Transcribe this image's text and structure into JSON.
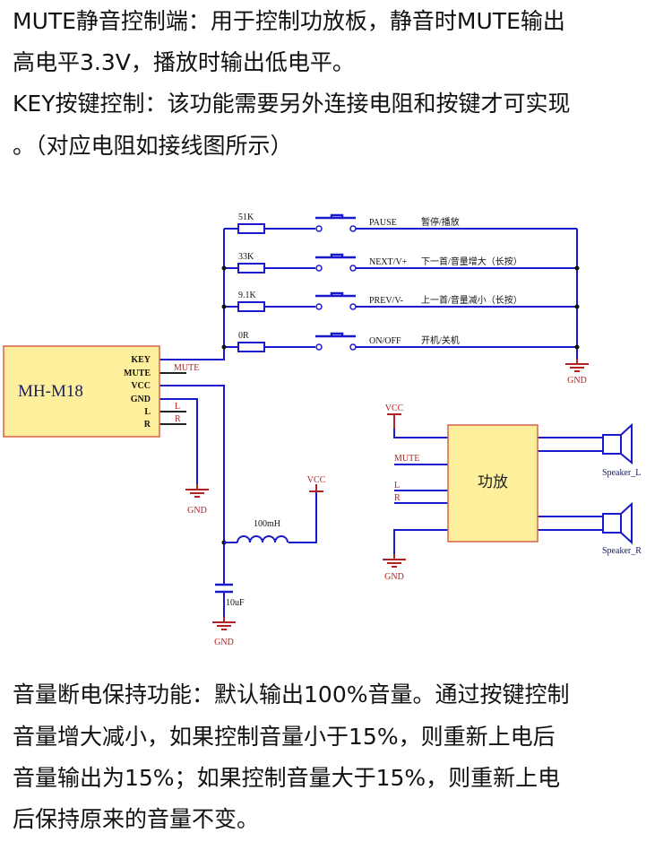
{
  "intro_lines": [
    "MUTE静音控制端：用于控制功放板，静音时MUTE输出",
    "高电平3.3V，播放时输出低电平。",
    "KEY按键控制：该功能需要另外连接电阻和按键才可实现",
    "。（对应电阻如接线图所示）"
  ],
  "diagram": {
    "module_name": "MH-M18",
    "pins": [
      "KEY",
      "MUTE",
      "VCC",
      "GND",
      "L",
      "R"
    ],
    "net_labels": {
      "mute": "MUTE",
      "l": "L",
      "r": "R",
      "gnd": "GND",
      "vcc": "VCC"
    },
    "buttons": [
      {
        "resistor": "51K",
        "key": "PAUSE",
        "function": "暂停/播放"
      },
      {
        "resistor": "33K",
        "key": "NEXT/V+",
        "function": "下一首/音量增大（长按）"
      },
      {
        "resistor": "9.1K",
        "key": "PREV/V-",
        "function": "上一首/音量减小（长按）"
      },
      {
        "resistor": "0R",
        "key": "ON/OFF",
        "function": "开机/关机"
      }
    ],
    "inductor": "100mH",
    "capacitor": "10uF",
    "amp_label": "功放",
    "amp_inputs": [
      "MUTE",
      "L",
      "R"
    ],
    "speaker_l": "Speaker_L",
    "speaker_r": "Speaker_R",
    "colors": {
      "wire": "#1a1acc",
      "net": "#b22222",
      "box_fill": "#fdef9b",
      "box_border": "#d9614c"
    }
  },
  "outro_lines": [
    "音量断电保持功能：默认输出100%音量。通过按键控制",
    "音量增大减小，如果控制音量小于15%，则重新上电后",
    "音量输出为15%；如果控制音量大于15%，则重新上电",
    "后保持原来的音量不变。"
  ]
}
